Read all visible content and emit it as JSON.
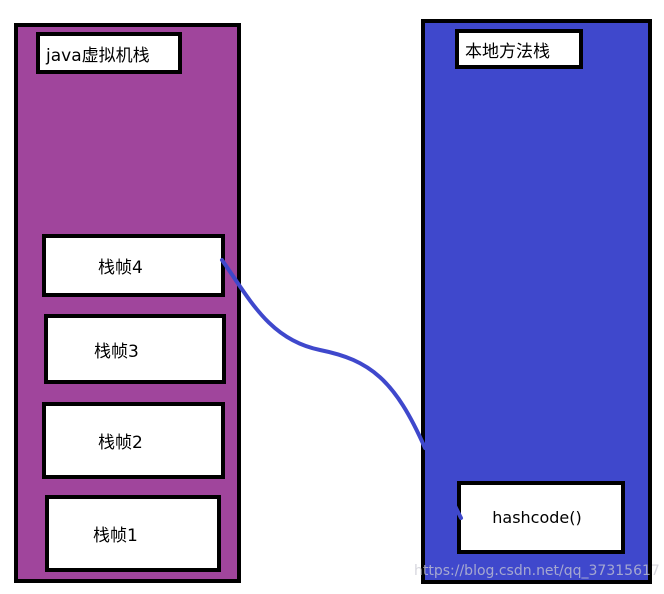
{
  "jvm_stack": {
    "title": "java虚拟机栈",
    "frames": [
      "栈帧4",
      "栈帧3",
      "栈帧2",
      "栈帧1"
    ],
    "color": "#a0459c"
  },
  "native_stack": {
    "title": "本地方法栈",
    "method": "hashcode()",
    "color": "#3f48cc"
  },
  "connector_color": "#3f48cc",
  "watermark": "https://blog.csdn.net/qq_37315617"
}
